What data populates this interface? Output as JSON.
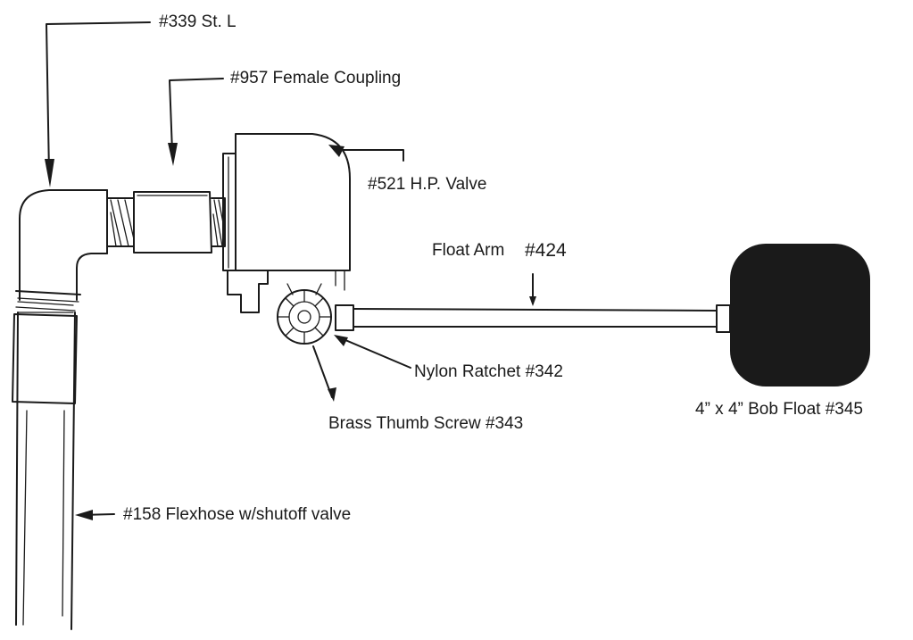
{
  "labels": {
    "street_l": "#339 St. L",
    "female_coupling": "#957 Female Coupling",
    "hp_valve": "#521 H.P. Valve",
    "float_arm": "Float Arm",
    "float_arm_number": "#424",
    "nylon_ratchet": "Nylon Ratchet #342",
    "brass_thumb_screw": "Brass Thumb Screw #343",
    "bob_float": "4” x 4” Bob Float #345",
    "flexhose": "#158 Flexhose w/shutoff valve"
  },
  "colors": {
    "ink": "#1a1a1a",
    "float_fill": "#2b2b2b",
    "background": "#ffffff"
  }
}
